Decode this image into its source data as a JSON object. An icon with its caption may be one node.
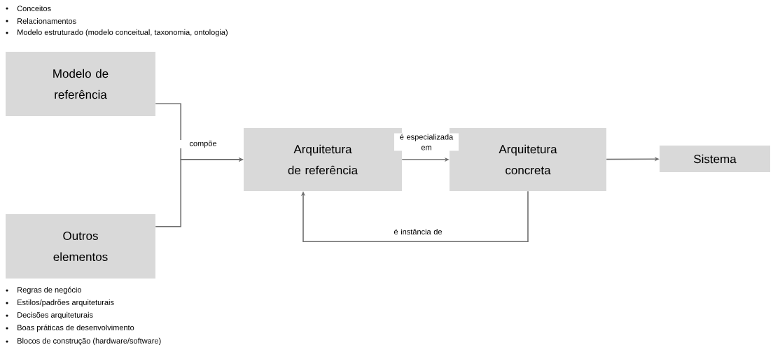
{
  "diagram": {
    "nodes": [
      {
        "text": [
          "Modelo de referência"
        ]
      },
      {
        "text": [
          "Outros elementos"
        ]
      },
      {
        "text": [
          "Arquitetura de referência"
        ]
      },
      {
        "text": [
          "Arquitetura concreta"
        ]
      },
      {
        "text": [
          "Sistema"
        ]
      }
    ],
    "edges": [
      {
        "from": 0,
        "to": 2,
        "arrow": "to",
        "label": "compõe"
      },
      {
        "from": 1,
        "to": 2,
        "arrow": "to"
      },
      {
        "from": 2,
        "to": 3,
        "arrow": "to",
        "label": "é especializada em"
      },
      {
        "from": 3,
        "to": 2,
        "arrow": "to",
        "label": "é instância de"
      },
      {
        "from": 3,
        "to": 4,
        "arrow": "to"
      }
    ],
    "labels": [
      "Conceitos",
      "Relacionamentos",
      "Modelo estruturado (modelo conceitual, taxonomia, ontologia)",
      "Regras de negócio",
      "Estilos/padrões arquiteturais",
      "Decisões arquiteturais",
      "Boas práticas de desenvolvimento",
      "Blocos de construção (hardware/software)"
    ]
  }
}
